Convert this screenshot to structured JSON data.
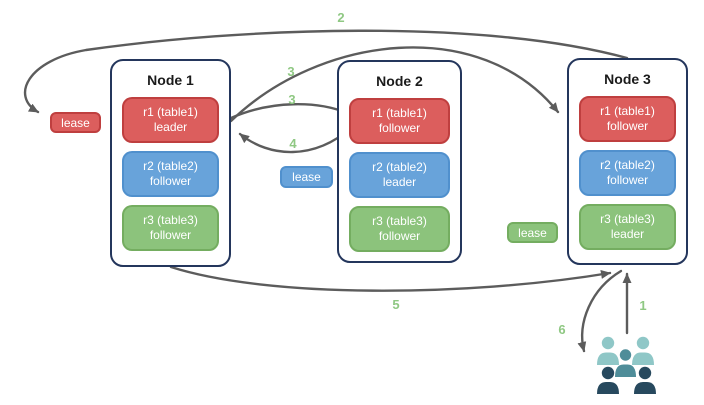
{
  "nodes": [
    {
      "title": "Node 1",
      "replicas": [
        {
          "name": "r1 (table1)",
          "role": "leader"
        },
        {
          "name": "r2 (table2)",
          "role": "follower"
        },
        {
          "name": "r3 (table3)",
          "role": "follower"
        }
      ]
    },
    {
      "title": "Node 2",
      "replicas": [
        {
          "name": "r1 (table1)",
          "role": "follower"
        },
        {
          "name": "r2 (table2)",
          "role": "leader"
        },
        {
          "name": "r3 (table3)",
          "role": "follower"
        }
      ]
    },
    {
      "title": "Node 3",
      "replicas": [
        {
          "name": "r1 (table1)",
          "role": "follower"
        },
        {
          "name": "r2 (table2)",
          "role": "follower"
        },
        {
          "name": "r3 (table3)",
          "role": "leader"
        }
      ]
    }
  ],
  "leases": [
    {
      "label": "lease",
      "color": "#dc5e5d"
    },
    {
      "label": "lease",
      "color": "#68a3da"
    },
    {
      "label": "lease",
      "color": "#8cc37c"
    }
  ],
  "steps": {
    "s1": "1",
    "s2": "2",
    "s3a": "3",
    "s3b": "3",
    "s4": "4",
    "s5": "5",
    "s6": "6"
  },
  "icons": {
    "users": "users-group-icon"
  },
  "colors": {
    "replica_red": "#dc5e5d",
    "replica_blue": "#68a3da",
    "replica_green": "#8cc37c",
    "node_border": "#24365c",
    "arrow": "#5c5c5c",
    "step_label": "#8fc883",
    "users_light": "#8fc7c7",
    "users_medium": "#4f8d99",
    "users_dark": "#27495e"
  }
}
